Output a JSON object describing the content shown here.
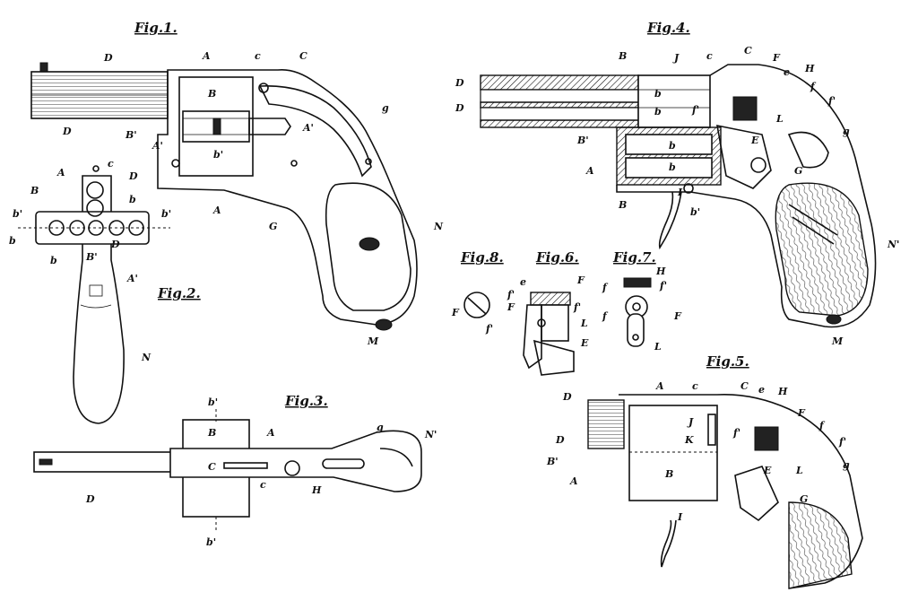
{
  "figures": [
    {
      "key": "fig1",
      "title": "Fig.1."
    },
    {
      "key": "fig2",
      "title": "Fig.2."
    },
    {
      "key": "fig3",
      "title": "Fig.3."
    },
    {
      "key": "fig4",
      "title": "Fig.4."
    },
    {
      "key": "fig5",
      "title": "Fig.5."
    },
    {
      "key": "fig6",
      "title": "Fig.6."
    },
    {
      "key": "fig7",
      "title": "Fig.7."
    },
    {
      "key": "fig8",
      "title": "Fig.8."
    }
  ],
  "labels": {
    "fig1": [
      "D",
      "A",
      "c",
      "C",
      "g",
      "B",
      "A'",
      "B'",
      "A'",
      "b'",
      "A",
      "G",
      "N",
      "M",
      "D"
    ],
    "fig2": [
      "c",
      "A",
      "D",
      "B",
      "b",
      "b'",
      "b'",
      "b",
      "b",
      "B'",
      "D",
      "A'"
    ],
    "fig3": [
      "b'",
      "B",
      "A",
      "g",
      "N'",
      "C",
      "c",
      "H",
      "D",
      "b'"
    ],
    "fig4": [
      "B",
      "J",
      "c",
      "C",
      "F",
      "e",
      "H",
      "f",
      "f'",
      "D",
      "D",
      "b",
      "b",
      "f'",
      "L",
      "g",
      "B'",
      "b",
      "E",
      "A",
      "b",
      "G",
      "B",
      "I",
      "b'",
      "N'",
      "M"
    ],
    "fig5": [
      "A",
      "c",
      "C",
      "e",
      "H",
      "F",
      "f",
      "f'",
      "D",
      "J",
      "K",
      "f'",
      "D",
      "B'",
      "E",
      "L",
      "g",
      "A",
      "B",
      "G",
      "I"
    ],
    "fig6": [
      "e",
      "F",
      "f'",
      "f'",
      "F",
      "L",
      "E"
    ],
    "fig7": [
      "H",
      "f",
      "f'",
      "f",
      "F",
      "L"
    ],
    "fig8": [
      "F",
      "f'"
    ]
  }
}
